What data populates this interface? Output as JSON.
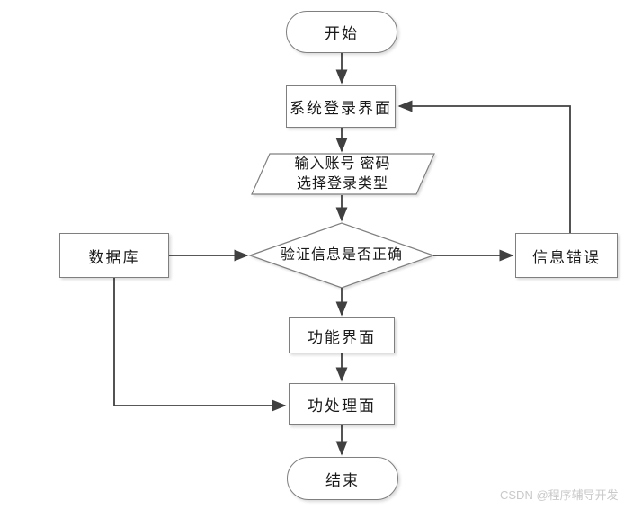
{
  "flowchart": {
    "title": "login-process-flowchart",
    "nodes": {
      "start": {
        "label": "开始",
        "shape": "terminator"
      },
      "login": {
        "label": "系统登录界面",
        "shape": "process"
      },
      "input": {
        "label_line1": "输入账号 密码",
        "label_line2": "选择登录类型",
        "shape": "io-parallelogram"
      },
      "verify": {
        "label": "验证信息是否正确",
        "shape": "decision-diamond"
      },
      "database": {
        "label": "数据库",
        "shape": "process"
      },
      "error": {
        "label": "信息错误",
        "shape": "process"
      },
      "function": {
        "label": "功能界面",
        "shape": "process"
      },
      "process": {
        "label": "功处理面",
        "shape": "process"
      },
      "end": {
        "label": "结束",
        "shape": "terminator"
      }
    },
    "edges": [
      {
        "from": "start",
        "to": "login"
      },
      {
        "from": "login",
        "to": "input"
      },
      {
        "from": "input",
        "to": "verify"
      },
      {
        "from": "database",
        "to": "verify"
      },
      {
        "from": "verify",
        "to": "error"
      },
      {
        "from": "error",
        "to": "login"
      },
      {
        "from": "verify",
        "to": "function"
      },
      {
        "from": "function",
        "to": "process"
      },
      {
        "from": "database",
        "to": "process"
      },
      {
        "from": "process",
        "to": "end"
      }
    ],
    "colors": {
      "node_border": "#7f7f7f",
      "arrow": "#404040",
      "fill": "#ffffff",
      "text": "#1a1a1a"
    }
  },
  "watermark": {
    "text": "CSDN @程序辅导开发",
    "color": "#c9c9c9"
  }
}
